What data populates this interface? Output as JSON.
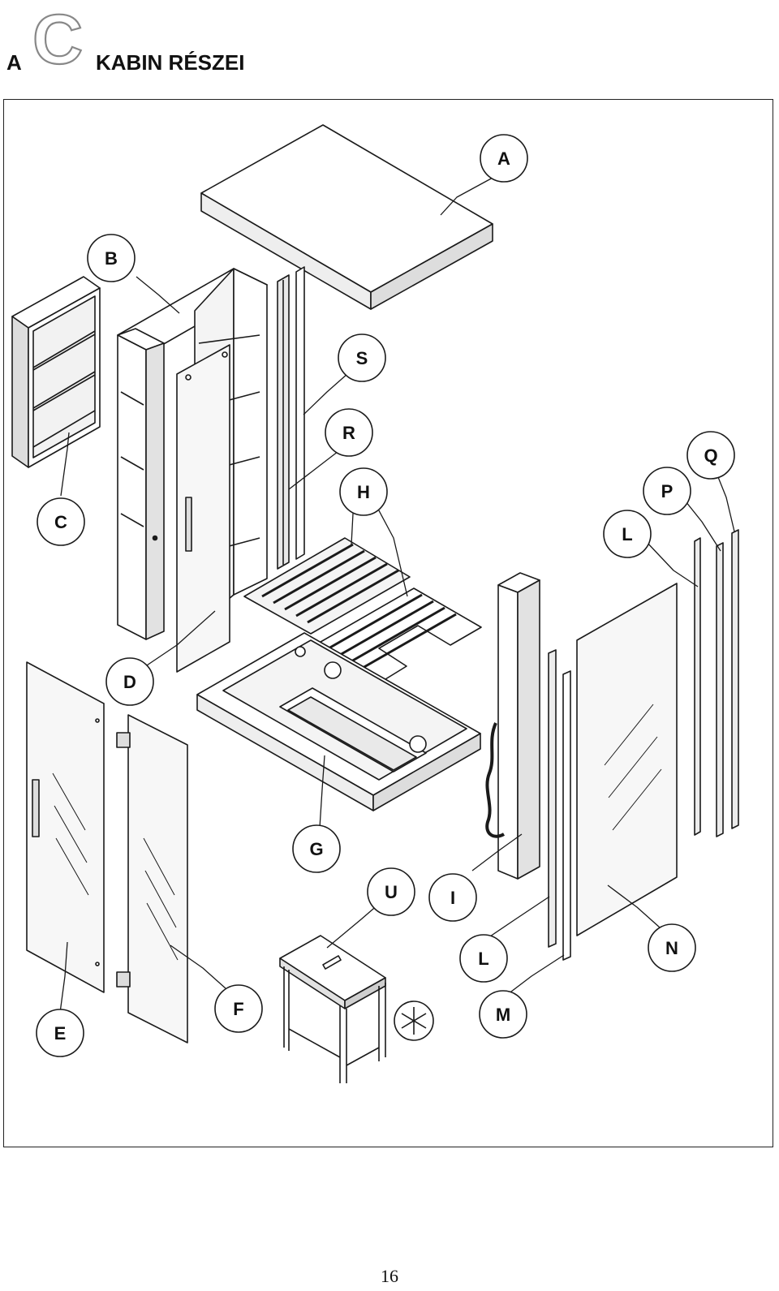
{
  "heading": {
    "prefix": "A",
    "letter": "C",
    "title": "KABIN RÉSZEI"
  },
  "labels": {
    "A": "A",
    "B": "B",
    "C": "C",
    "D": "D",
    "E": "E",
    "F": "F",
    "G": "G",
    "H": "H",
    "I": "I",
    "L1": "L",
    "L2": "L",
    "M": "M",
    "N": "N",
    "P": "P",
    "Q": "Q",
    "R": "R",
    "S": "S",
    "U": "U"
  },
  "page_number": "16",
  "colors": {
    "line": "#1a1a1a",
    "fill": "#ffffff",
    "shade": "#e6e6e6",
    "glass": "#f4f4f4"
  },
  "icons": {
    "accessory_mark": "asterisk-stamp-icon"
  }
}
